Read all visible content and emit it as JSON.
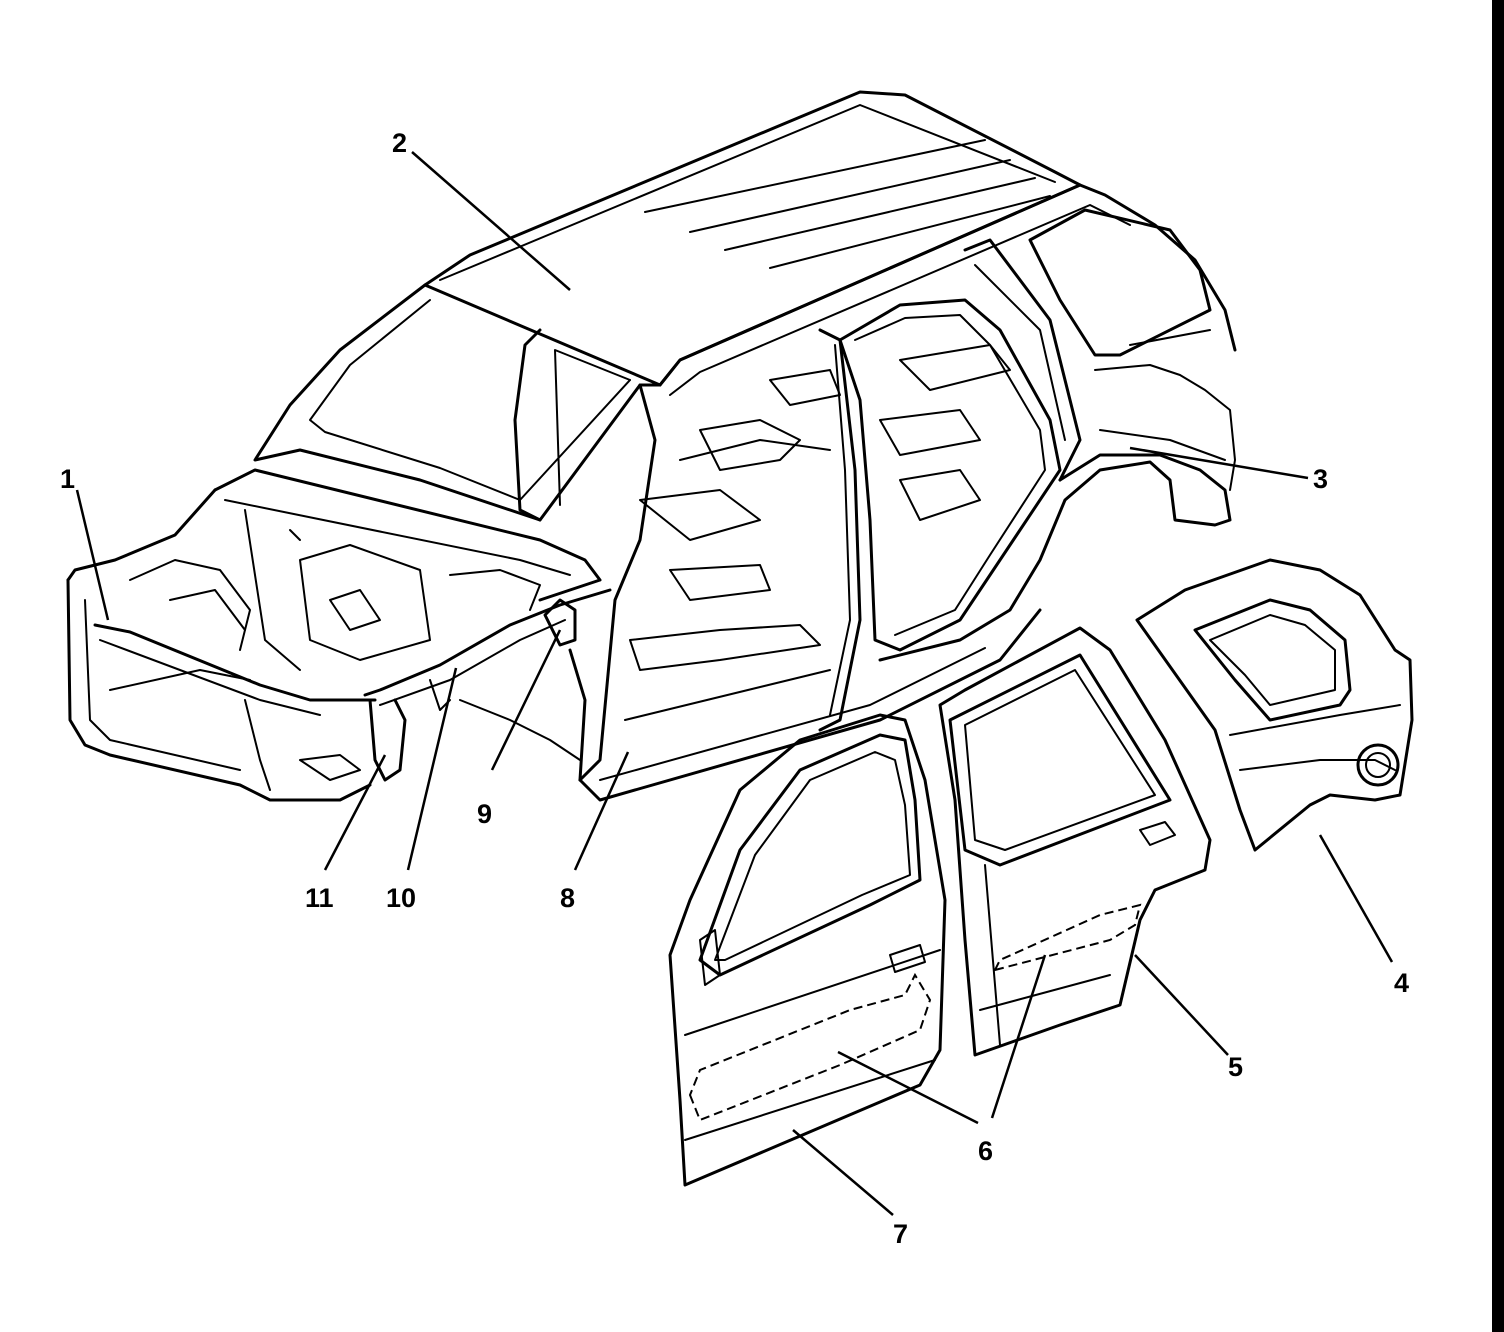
{
  "callouts": [
    {
      "id": "1",
      "text": "1"
    },
    {
      "id": "2",
      "text": "2"
    },
    {
      "id": "3",
      "text": "3"
    },
    {
      "id": "4",
      "text": "4"
    },
    {
      "id": "5",
      "text": "5"
    },
    {
      "id": "6",
      "text": "6"
    },
    {
      "id": "7",
      "text": "7"
    },
    {
      "id": "8",
      "text": "8"
    },
    {
      "id": "9",
      "text": "9"
    },
    {
      "id": "10",
      "text": "10"
    },
    {
      "id": "11",
      "text": "11"
    }
  ],
  "colors": {
    "ink": "#000000",
    "paper": "#ffffff"
  }
}
